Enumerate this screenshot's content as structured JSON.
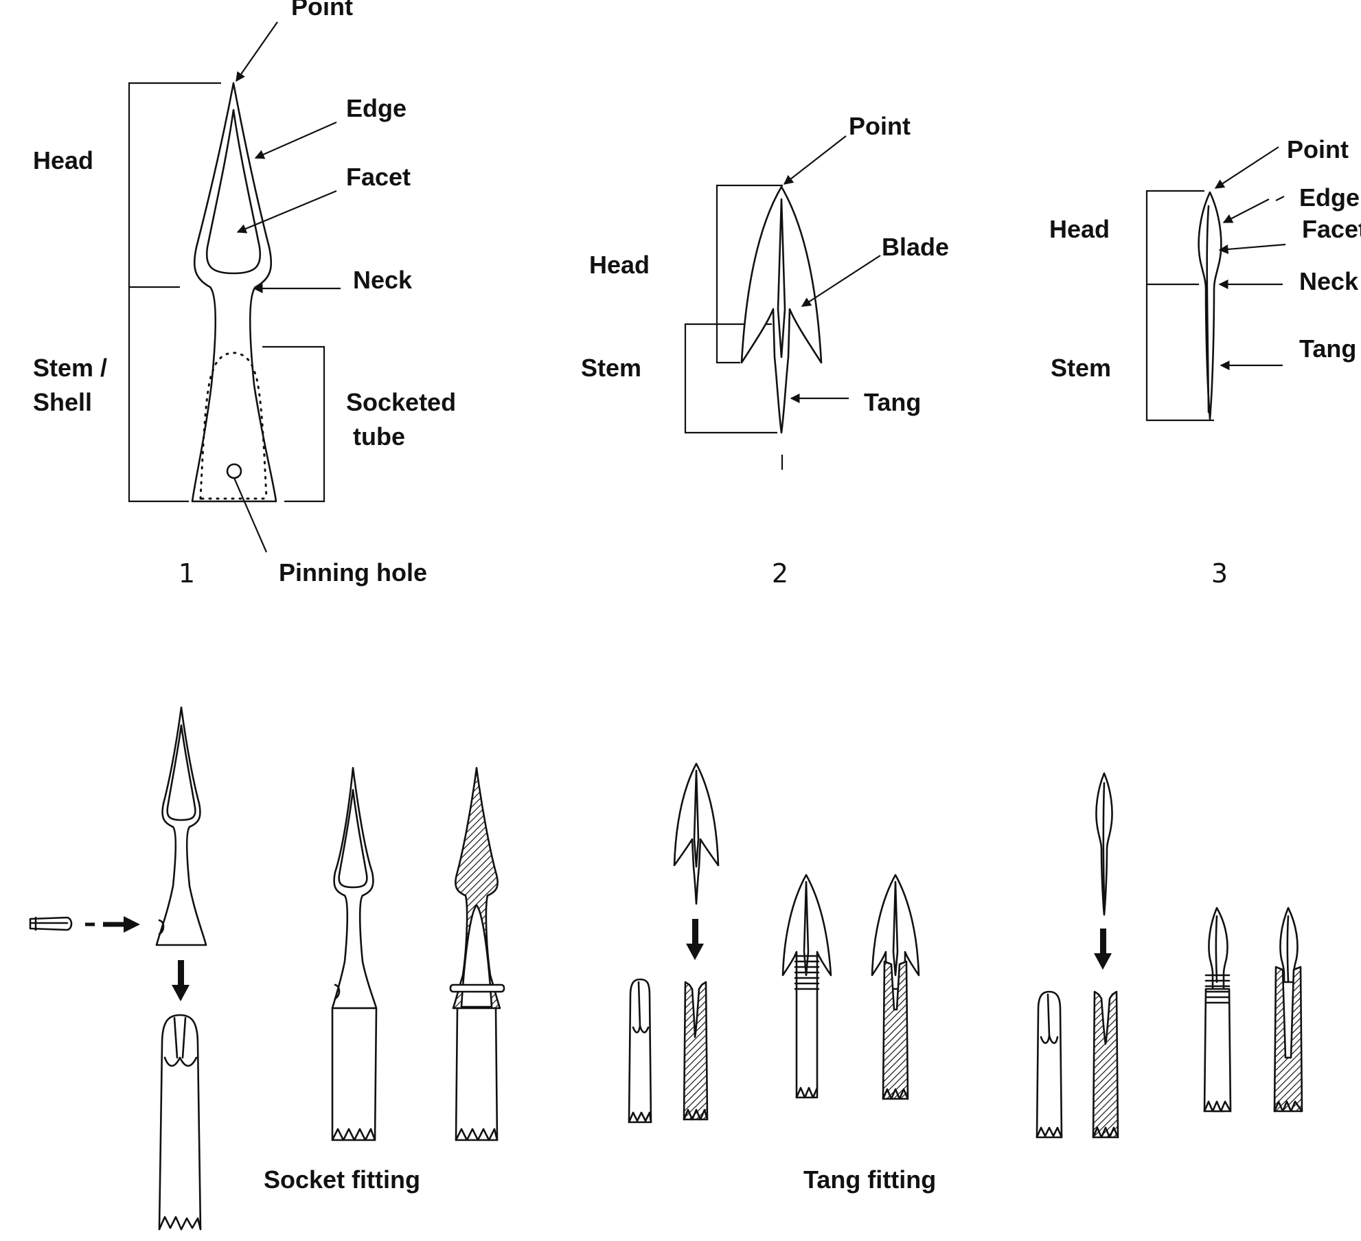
{
  "figure_1": {
    "label_point": "Point",
    "label_edge": "Edge",
    "label_facet": "Facet",
    "label_neck": "Neck",
    "label_head": "Head",
    "label_stem_shell_line1": "Stem /",
    "label_stem_shell_line2": "Shell",
    "label_socketed_line1": "Socketed",
    "label_socketed_line2": "tube",
    "label_pinning_hole": "Pinning hole",
    "number": "1"
  },
  "figure_2": {
    "label_point": "Point",
    "label_blade": "Blade",
    "label_head": "Head",
    "label_stem": "Stem",
    "label_tang": "Tang",
    "number": "2"
  },
  "figure_3": {
    "label_point": "Point",
    "label_edge": "Edge",
    "label_facet": "Facet",
    "label_neck": "Neck",
    "label_tang": "Tang",
    "label_head": "Head",
    "label_stem": "Stem",
    "number": "3"
  },
  "captions": {
    "socket_fitting": "Socket fitting",
    "tang_fitting": "Tang fitting"
  },
  "colors": {
    "ink": "#111111",
    "paper": "#ffffff"
  }
}
